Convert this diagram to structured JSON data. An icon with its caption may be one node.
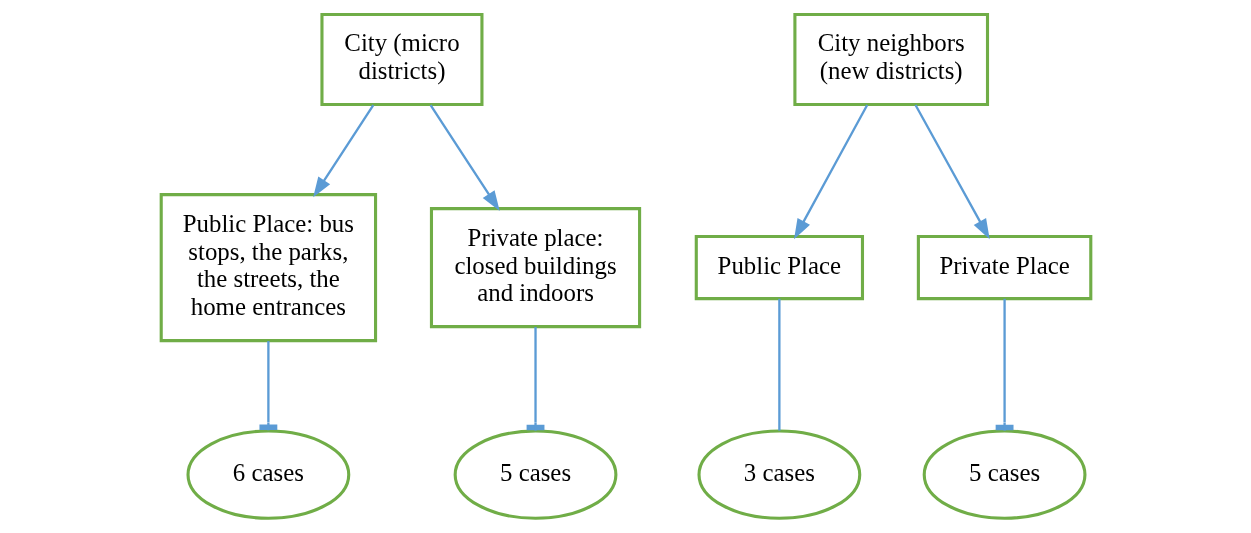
{
  "diagram": {
    "nodes": [
      {
        "text": [
          "City (micro districts)"
        ]
      },
      {
        "text": [
          "Public Place: bus stops, the parks, the streets, the home entrances"
        ]
      },
      {
        "text": [
          "Private place: closed buildings and indoors"
        ]
      },
      {
        "text": [
          "6 cases"
        ]
      },
      {
        "text": [
          "5 cases"
        ]
      },
      {
        "text": [
          "City neighbors (new districts)"
        ]
      },
      {
        "text": [
          "Public Place"
        ]
      },
      {
        "text": [
          "Private Place"
        ]
      },
      {
        "text": [
          "3 cases"
        ]
      },
      {
        "text": [
          "5 cases"
        ]
      }
    ],
    "edges": [
      {
        "from": 0,
        "to": 1,
        "arrow": "to"
      },
      {
        "from": 0,
        "to": 2,
        "arrow": "to"
      },
      {
        "from": 1,
        "to": 3,
        "arrow": "other"
      },
      {
        "from": 2,
        "to": 4,
        "arrow": "other"
      },
      {
        "from": 5,
        "to": 6,
        "arrow": "to"
      },
      {
        "from": 5,
        "to": 7,
        "arrow": "to"
      },
      {
        "from": 6,
        "to": 8,
        "arrow": "none"
      },
      {
        "from": 7,
        "to": 9,
        "arrow": "other"
      }
    ]
  }
}
